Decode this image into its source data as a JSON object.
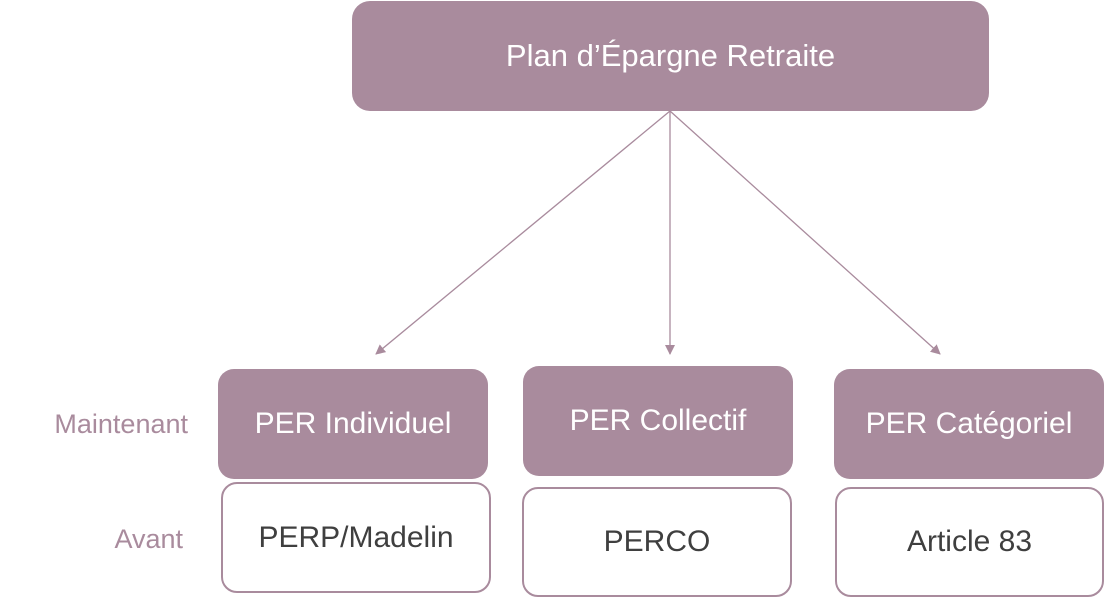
{
  "root": {
    "label": "Plan d’Épargne Retraite"
  },
  "row_labels": {
    "now": "Maintenant",
    "before": "Avant"
  },
  "columns": [
    {
      "now": "PER Individuel",
      "before": "PERP/Madelin"
    },
    {
      "now": "PER Collectif",
      "before": "PERCO"
    },
    {
      "now": "PER Catégoriel",
      "before": "Article 83"
    }
  ],
  "colors": {
    "accent": "#a98b9d",
    "text_dark": "#3f3f3f",
    "text_light": "#ffffff"
  }
}
